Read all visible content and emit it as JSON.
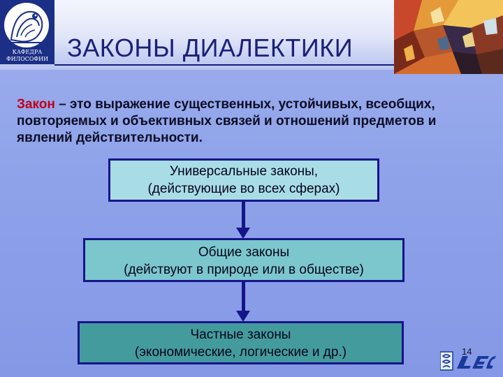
{
  "header": {
    "title": "ЗАКОНЫ ДИАЛЕКТИКИ",
    "logo_lines": [
      "КАФЕДРА",
      "ФИЛОСОФИИ"
    ]
  },
  "definition": {
    "term": "Закон",
    "text": " – это выражение существенных, устойчивых, всеобщих, повторяемых и объективных связей и отношений предметов и явлений действительности."
  },
  "hierarchy": [
    {
      "line1": "Универсальные законы,",
      "line2": "(действующие во всех сферах)"
    },
    {
      "line1": "Общие законы",
      "line2": "(действуют в природе или в обществе)"
    },
    {
      "line1": "Частные законы",
      "line2": "(экономические, логические и др.)"
    }
  ],
  "footer": {
    "page_number": "14"
  },
  "colors": {
    "title": "#1a1f7a",
    "term_accent": "#c0001a",
    "box_border": "#16148a",
    "box1_fill": "#a9dde6",
    "box2_fill": "#7cc7cd",
    "box3_fill": "#449b9d"
  }
}
